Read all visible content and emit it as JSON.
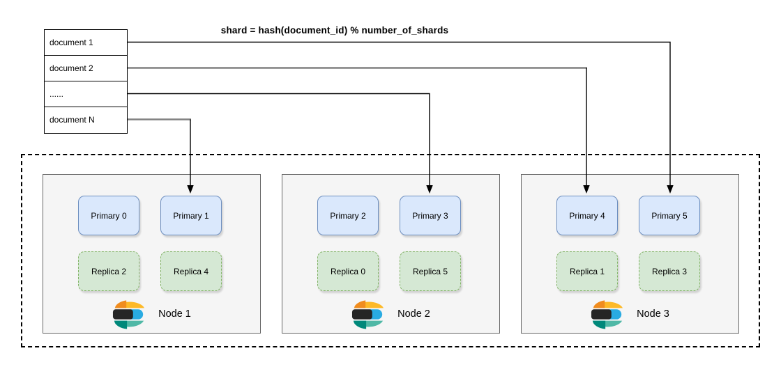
{
  "title": "shard = hash(document_id) % number_of_shards",
  "documents": [
    {
      "label": "document 1"
    },
    {
      "label": "document 2"
    },
    {
      "label": "......"
    },
    {
      "label": "document N"
    }
  ],
  "connectors": [
    {
      "from": "document 1",
      "to": "Primary 5"
    },
    {
      "from": "document 2",
      "to": "Primary 4"
    },
    {
      "from": "......",
      "to": "Primary 3"
    },
    {
      "from": "document N",
      "to": "Primary 1"
    }
  ],
  "nodes": [
    {
      "name": "Node 1",
      "primaries": [
        "Primary 0",
        "Primary 1"
      ],
      "replicas": [
        "Replica 2",
        "Replica 4"
      ]
    },
    {
      "name": "Node 2",
      "primaries": [
        "Primary 2",
        "Primary 3"
      ],
      "replicas": [
        "Replica 0",
        "Replica 5"
      ]
    },
    {
      "name": "Node 3",
      "primaries": [
        "Primary 4",
        "Primary 5"
      ],
      "replicas": [
        "Replica 1",
        "Replica 3"
      ]
    }
  ],
  "colors": {
    "primary_fill": "#dae8fc",
    "primary_border": "#6c8ebf",
    "replica_fill": "#d5e8d4",
    "replica_border": "#82b366",
    "node_fill": "#f5f5f5",
    "node_border": "#666666",
    "connector_black": "#000000",
    "connector_gray": "#808080",
    "logo_yellow": "#fdb927",
    "logo_orange": "#f08c1e",
    "logo_dark": "#252525",
    "logo_blue": "#29abe2",
    "logo_teal": "#4fb8a6",
    "logo_dark_teal": "#00887a"
  }
}
